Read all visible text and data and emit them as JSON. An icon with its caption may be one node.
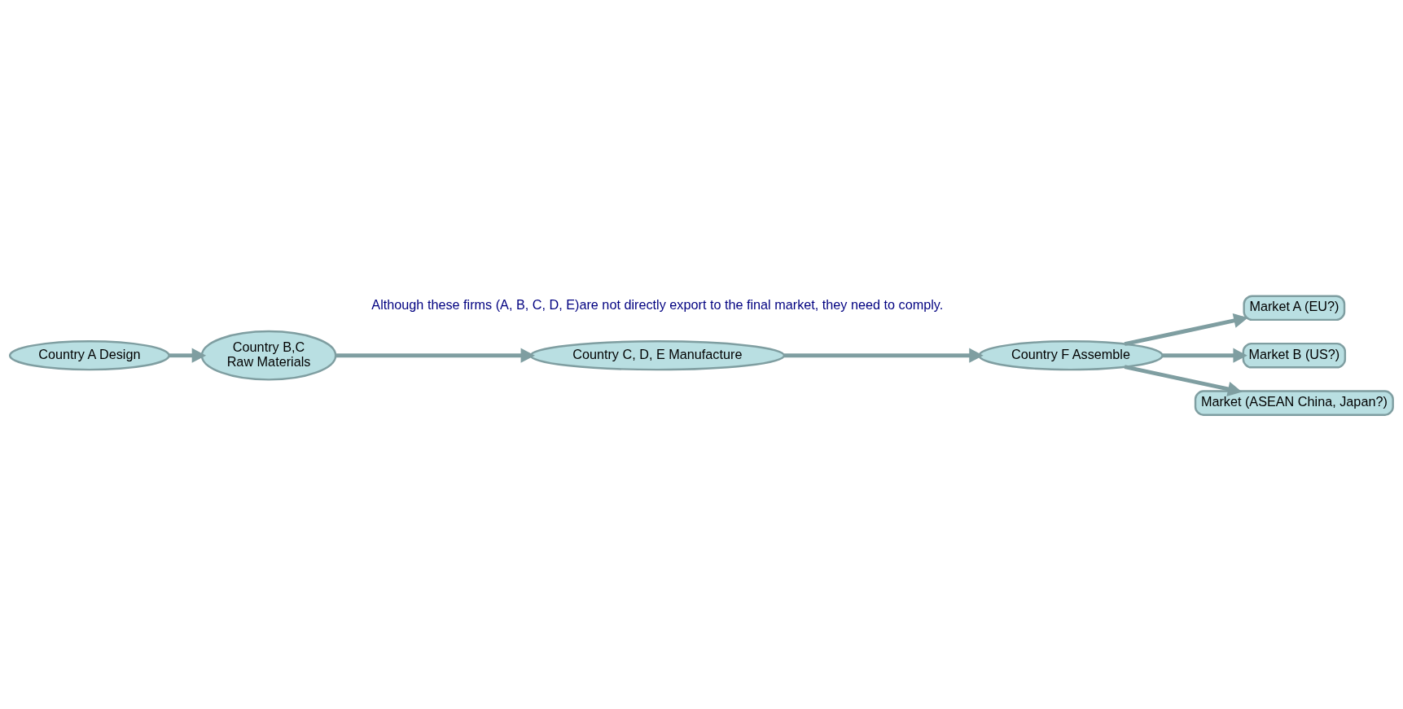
{
  "diagram": {
    "nodes": [
      {
        "text": [
          "Country B,C",
          "Raw Materials"
        ]
      },
      {
        "text": [
          "Country A Design"
        ]
      },
      {
        "text": [
          "Country C, D, E Manufacture"
        ]
      },
      {
        "text": [
          "Country F Assemble"
        ]
      },
      {
        "text": [
          "Market A (EU?)"
        ]
      },
      {
        "text": [
          "Market B (US?)"
        ]
      },
      {
        "text": [
          "Market (ASEAN China, Japan?)"
        ]
      }
    ],
    "edges": [
      {
        "from": 1,
        "to": 0,
        "arrow": "to"
      },
      {
        "from": 0,
        "to": 2,
        "arrow": "to"
      },
      {
        "from": 2,
        "to": 3,
        "arrow": "to"
      },
      {
        "from": 3,
        "to": 4,
        "arrow": "to"
      },
      {
        "from": 3,
        "to": 5,
        "arrow": "to"
      },
      {
        "from": 3,
        "to": 6,
        "arrow": "to"
      }
    ],
    "labels": [
      "Although these firms (A, B, C, D, E)are not directly export to the final market, they need to comply."
    ]
  }
}
